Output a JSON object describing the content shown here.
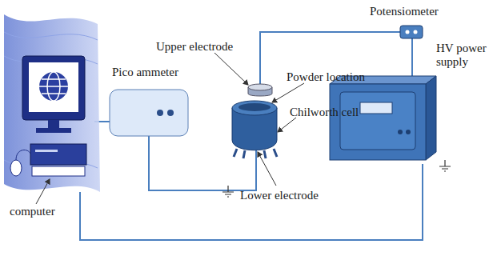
{
  "diagram": {
    "labels": [
      "Potensiometer",
      "Upper electrode",
      "Pico ammeter",
      "Powder location",
      "HV power supply",
      "Chilworth cell",
      "computer",
      "Lower electrode"
    ]
  }
}
